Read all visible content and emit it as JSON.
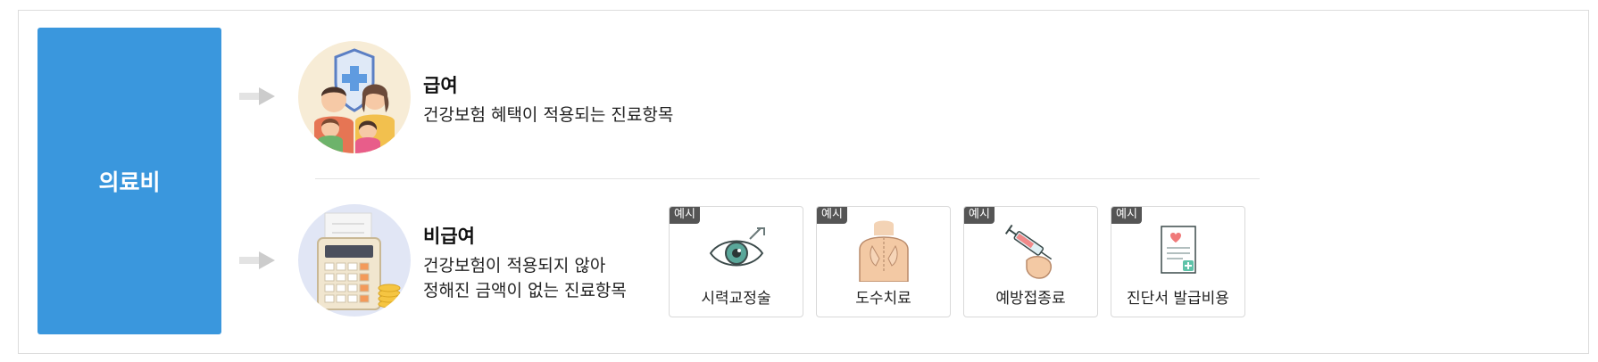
{
  "category_label": "의료비",
  "covered": {
    "title": "급여",
    "description": "건강보험 혜택이 적용되는 진료항목"
  },
  "non_covered": {
    "title": "비급여",
    "description_line1": "건강보험이 적용되지 않아",
    "description_line2": "정해진 금액이 없는 진료항목",
    "example_badge": "예시",
    "examples": [
      {
        "label": "시력교정술",
        "icon": "eye-surgery-icon"
      },
      {
        "label": "도수치료",
        "icon": "manual-therapy-icon"
      },
      {
        "label": "예방접종료",
        "icon": "vaccine-syringe-icon"
      },
      {
        "label": "진단서 발급비용",
        "icon": "medical-certificate-icon"
      }
    ]
  },
  "colors": {
    "accent_blue": "#3a97dd",
    "badge_gray": "#555555",
    "arrow_gray": "#cccccc"
  }
}
